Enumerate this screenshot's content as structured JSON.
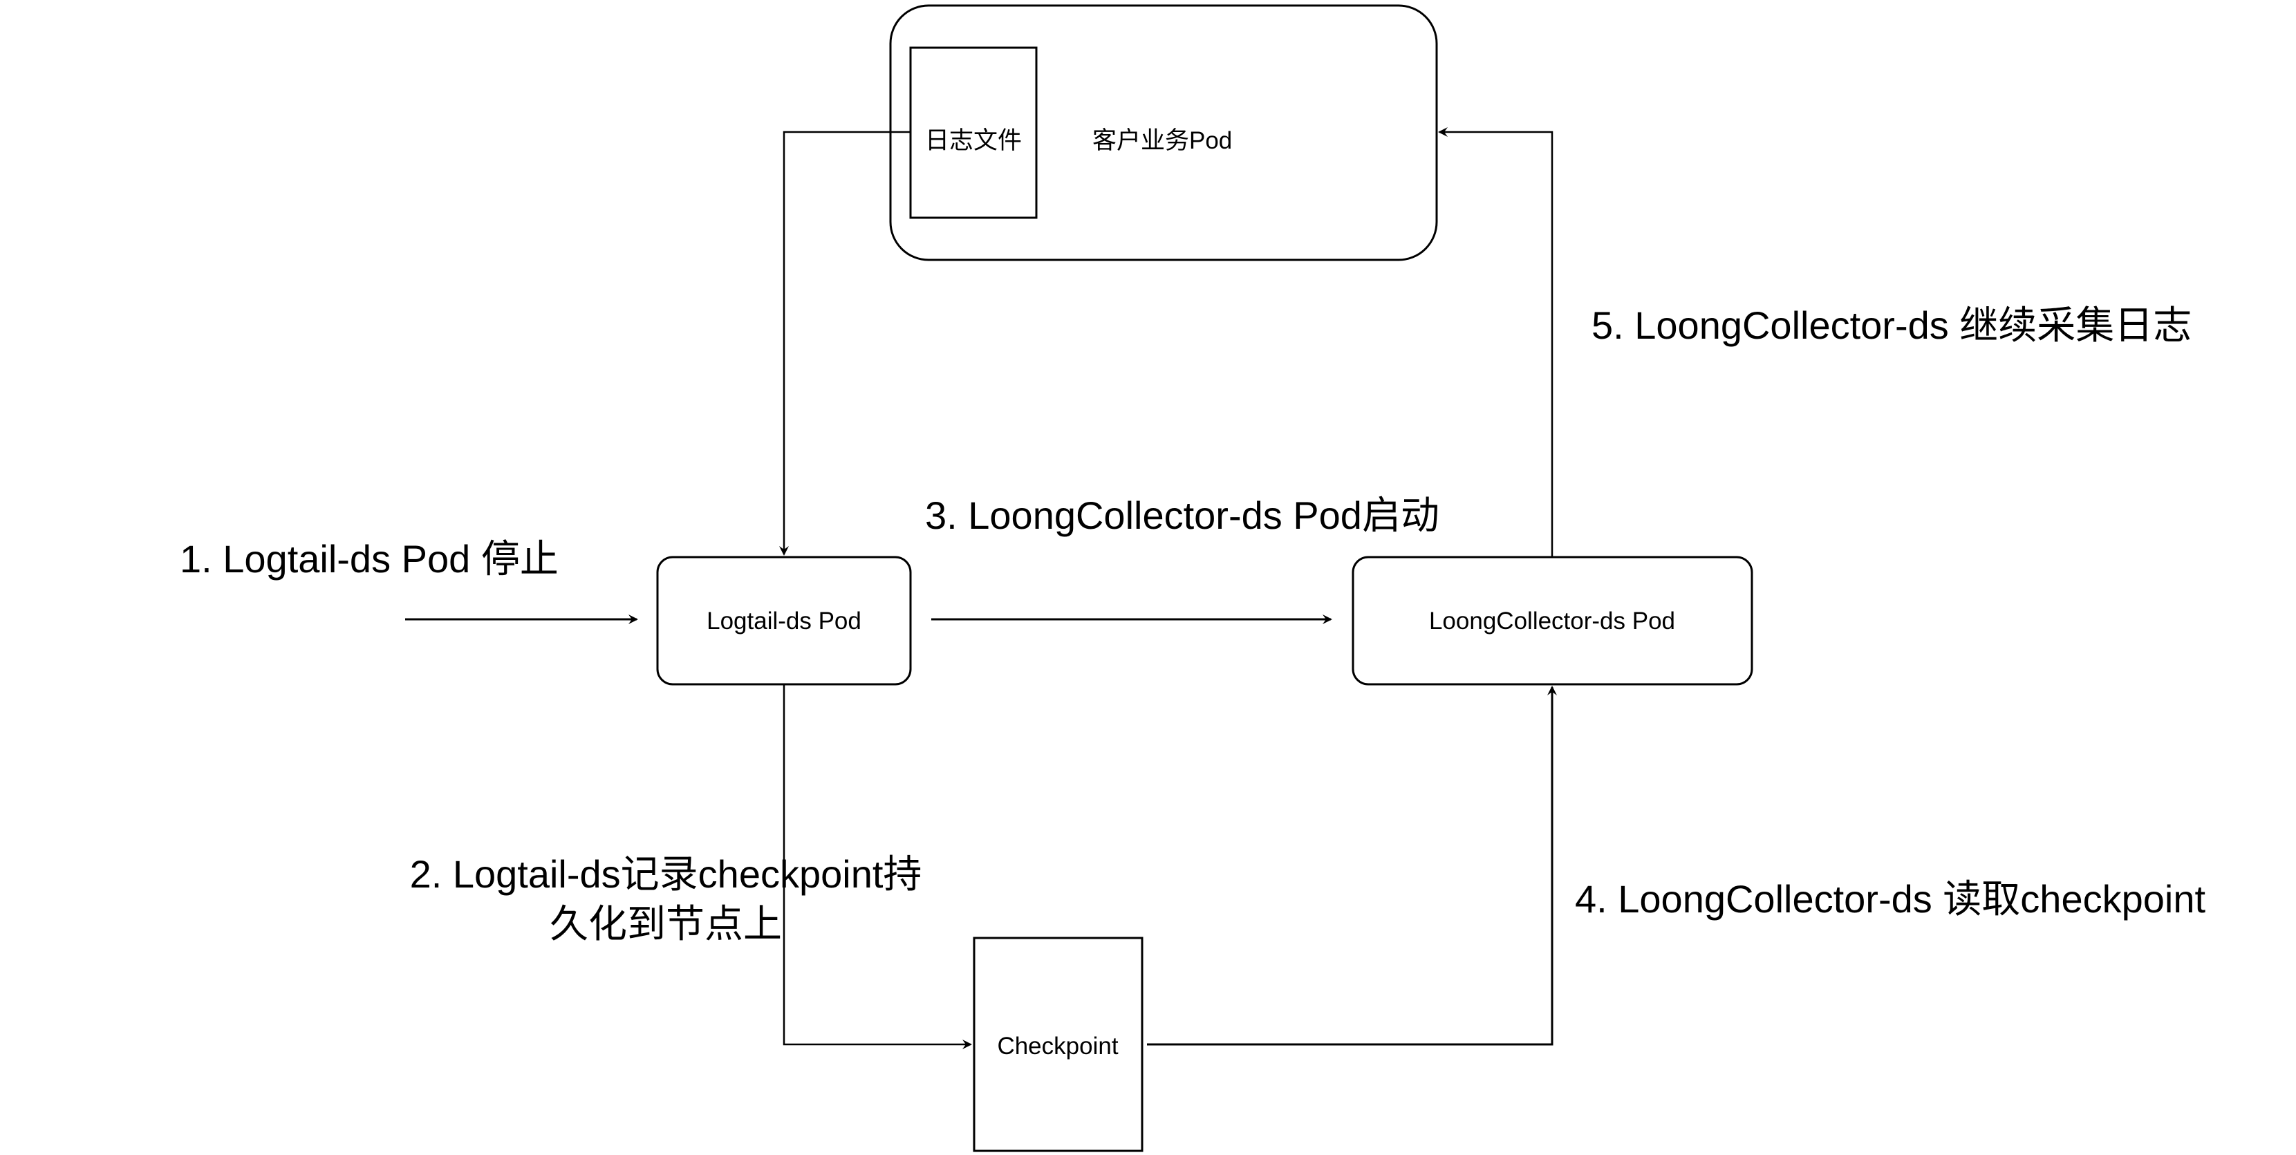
{
  "diagram": {
    "colors": {
      "stroke": "#000000",
      "background": "#ffffff",
      "text": "#000000"
    },
    "nodes": {
      "customer_pod": {
        "label": "客户业务Pod"
      },
      "log_file": {
        "label": "日志文件"
      },
      "logtail_pod": {
        "label": "Logtail-ds Pod"
      },
      "loongcollector_pod": {
        "label": "LoongCollector-ds Pod"
      },
      "checkpoint": {
        "label": "Checkpoint"
      }
    },
    "steps": [
      {
        "label": "1. Logtail-ds Pod 停止"
      },
      {
        "label_line1": "2. Logtail-ds记录checkpoint持",
        "label_line2": "久化到节点上"
      },
      {
        "label": "3. LoongCollector-ds Pod启动"
      },
      {
        "label": "4. LoongCollector-ds 读取checkpoint"
      },
      {
        "label": "5. LoongCollector-ds 继续采集日志"
      }
    ],
    "edges": [
      {
        "from": "external",
        "to": "logtail_pod",
        "step": 1
      },
      {
        "from": "log_file",
        "to": "logtail_pod"
      },
      {
        "from": "logtail_pod",
        "to": "checkpoint",
        "step": 2
      },
      {
        "from": "logtail_pod",
        "to": "loongcollector_pod",
        "step": 3
      },
      {
        "from": "checkpoint",
        "to": "loongcollector_pod",
        "step": 4
      },
      {
        "from": "loongcollector_pod",
        "to": "customer_pod",
        "step": 5
      }
    ]
  }
}
